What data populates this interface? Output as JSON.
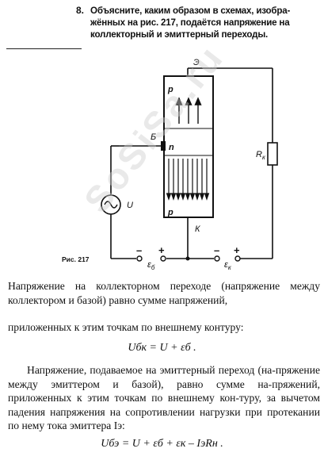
{
  "question": {
    "number": "8.",
    "text": "Объясните, каким образом в схемах, изобра-жённых на рис. 217, подаётся напряжение на коллекторный и эмиттерный переходы."
  },
  "figure": {
    "caption": "Рис. 217",
    "labels": {
      "emitter": "Э",
      "base": "Б",
      "collector": "К",
      "region_top": "p",
      "region_middle": "n",
      "region_bottom": "p",
      "source_u": "U",
      "resistor": "R",
      "resistor_sub": "к",
      "battery_base": "ε",
      "battery_base_sub": "б",
      "battery_coll": "ε",
      "battery_coll_sub": "к",
      "minus_left": "–",
      "plus_left": "+",
      "minus_right": "–",
      "plus_right": "+"
    }
  },
  "watermark": "SoSiSa.ru",
  "text": {
    "para1": "Напряжение на коллекторном переходе (напряжение между коллектором и базой) равно сумме напряжений,",
    "para2": "приложенных к этим точкам по внешнему контуру:",
    "formula1": "Uбк = U + εб .",
    "para3": "Напряжение, подаваемое на эмиттерный переход (на-пряжение между эмиттером и базой), равно сумме на-пряжений, приложенных к этим точкам по внешнему кон-туру, за вычетом падения напряжения на сопротивлении нагрузки при протекании по нему тока эмиттера Iэ:",
    "formula2": "Uбэ = U + εб + εк – IэRн ."
  }
}
